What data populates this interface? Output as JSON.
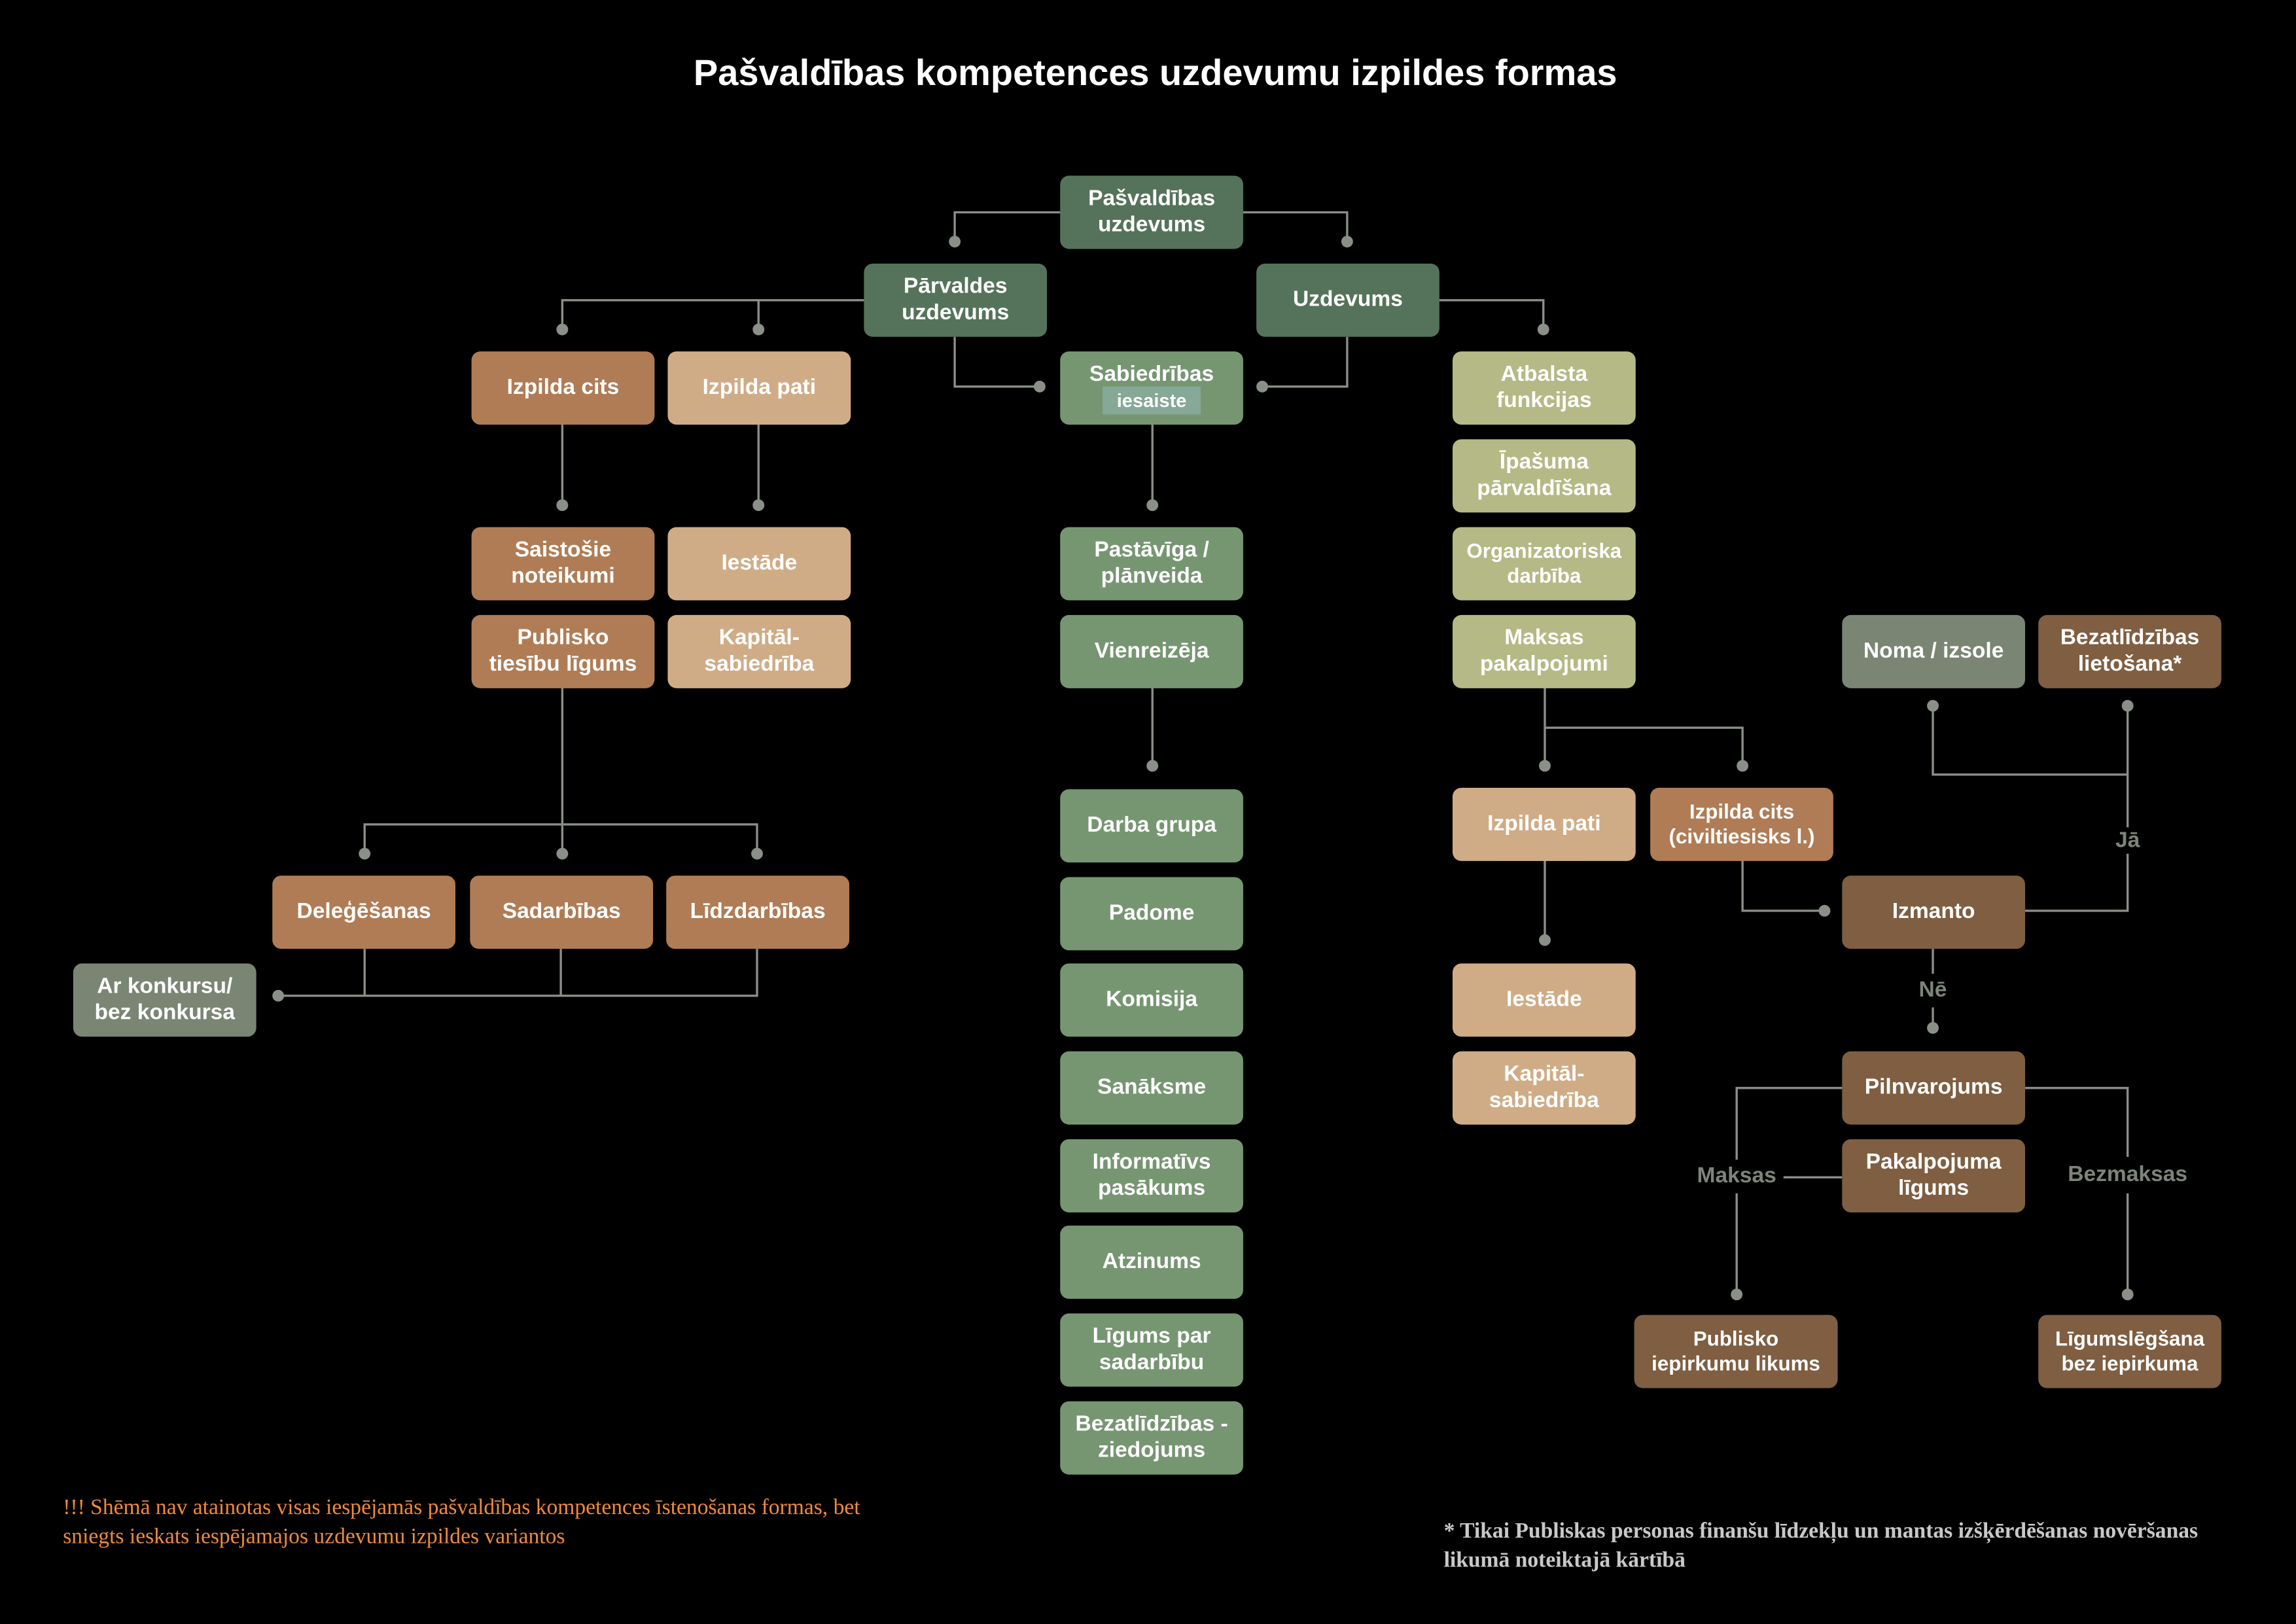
{
  "title": "Pašvaldības kompetences uzdevumu izpildes formas",
  "nodes": {
    "pasv_uzd": "Pašvaldības\nuzdevums",
    "parv_uzd": "Pārvaldes\nuzdevums",
    "uzdevums": "Uzdevums",
    "izpilda_cits": "Izpilda cits",
    "izpilda_pati": "Izpilda pati",
    "sabiedribas": "Sabiedrības",
    "iesaiste": "iesaiste",
    "atbalsta": "Atbalsta\nfunkcijas",
    "ipasuma": "Īpašuma\npārvaldīšana",
    "organizatoriska": "Organizatoriska\ndarbība",
    "maksas_pak": "Maksas\npakalpojumi",
    "saistosie": "Saistošie\nnoteikumi",
    "publisko_tl": "Publisko\ntiesību līgums",
    "iestade1": "Iestāde",
    "kapital1": "Kapitāl-\nsabiedrība",
    "pastaviga": "Pastāvīga /\nplānveida",
    "vienreizeja": "Vienreizēja",
    "darba_grupa": "Darba grupa",
    "padome": "Padome",
    "komisija": "Komisija",
    "sanaksme": "Sanāksme",
    "informativs": "Informatīvs\npasākums",
    "atzinums": "Atzinums",
    "ligums_sad": "Līgums par\nsadarbību",
    "bezatl_ziedojums": "Bezatlīdzības -\nziedojums",
    "delegesanas": "Deleģēšanas",
    "sadarbibas": "Sadarbības",
    "lidzdarbibas": "Līdzdarbības",
    "ar_konkursu": "Ar konkursu/\nbez konkursa",
    "noma": "Noma / izsole",
    "bezatl_lietosana": "Bezatlīdzības\nlietošana*",
    "izpilda_pati2": "Izpilda pati",
    "izpilda_cits2": "Izpilda cits\n(civiltiesisks l.)",
    "iestade2": "Iestāde",
    "kapital2": "Kapitāl-\nsabiedrība",
    "izmanto": "Izmanto",
    "pilnvarojums": "Pilnvarojums",
    "pakalpojuma": "Pakalpojuma\nlīgums",
    "publisko_iep": "Publisko\niepirkumu likums",
    "ligumslegsana": "Līgumslēgšana\nbez iepirkuma"
  },
  "edge_labels": {
    "ja": "Jā",
    "ne": "Nē",
    "maksas": "Maksas",
    "bezmaksas": "Bezmaksas"
  },
  "notes": {
    "warning": "!!! Shēmā nav atainotas visas iespējamās pašvaldības kompetences īstenošanas formas, bet sniegts ieskats iespējamajos uzdevumu izpildes variantos",
    "footnote": "* Tikai Publiskas personas finanšu līdzekļu un mantas izšķērdēšanas novēršanas likumā noteiktajā kārtībā"
  },
  "colors": {
    "dark_green": "#55735a",
    "mid_green": "#769672",
    "olive": "#b5b985",
    "rust": "#b07c55",
    "sand": "#cfac86",
    "brown": "#7f5e41",
    "gray": "#7b8574",
    "warning": "#f08a3c",
    "footnote": "#c8c8c8"
  }
}
